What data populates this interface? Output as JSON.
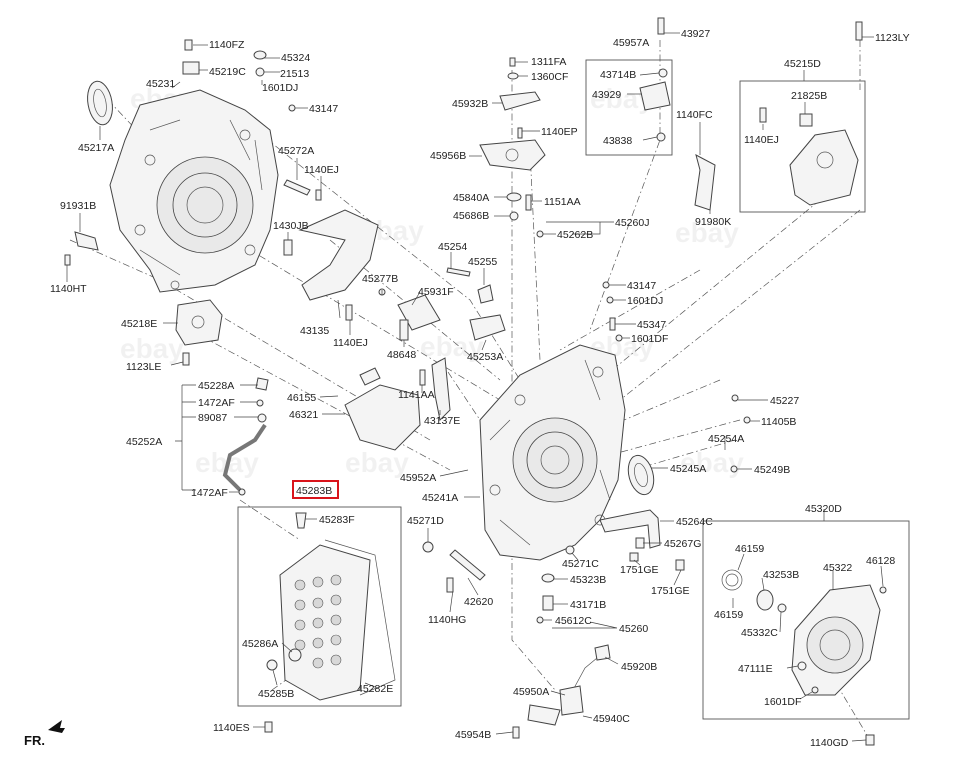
{
  "highlighted_part": "45283B",
  "direction_label": "FR.",
  "watermark_text": "ebay",
  "labels": [
    {
      "id": "l1140FZ",
      "text": "1140FZ"
    },
    {
      "id": "l45324",
      "text": "45324"
    },
    {
      "id": "l45219C",
      "text": "45219C"
    },
    {
      "id": "l21513",
      "text": "21513"
    },
    {
      "id": "l45231",
      "text": "45231"
    },
    {
      "id": "l1601DJa",
      "text": "1601DJ"
    },
    {
      "id": "l43147a",
      "text": "43147"
    },
    {
      "id": "l45217A",
      "text": "45217A"
    },
    {
      "id": "l45272A",
      "text": "45272A"
    },
    {
      "id": "l1140EJa",
      "text": "1140EJ"
    },
    {
      "id": "l91931B",
      "text": "91931B"
    },
    {
      "id": "l1430JB",
      "text": "1430JB"
    },
    {
      "id": "l1140HT",
      "text": "1140HT"
    },
    {
      "id": "l45218E",
      "text": "45218E"
    },
    {
      "id": "l1123LE",
      "text": "1123LE"
    },
    {
      "id": "l43135",
      "text": "43135"
    },
    {
      "id": "l45277B",
      "text": "45277B"
    },
    {
      "id": "l1140EJb",
      "text": "1140EJ"
    },
    {
      "id": "l1311FA",
      "text": "1311FA"
    },
    {
      "id": "l1360CF",
      "text": "1360CF"
    },
    {
      "id": "l45932B",
      "text": "45932B"
    },
    {
      "id": "l1140EP",
      "text": "1140EP"
    },
    {
      "id": "l45956B",
      "text": "45956B"
    },
    {
      "id": "l45840A",
      "text": "45840A"
    },
    {
      "id": "l1151AA",
      "text": "1151AA"
    },
    {
      "id": "l45686B",
      "text": "45686B"
    },
    {
      "id": "l45262B",
      "text": "45262B"
    },
    {
      "id": "l45260J",
      "text": "45260J"
    },
    {
      "id": "l45957A",
      "text": "45957A"
    },
    {
      "id": "l43927",
      "text": "43927"
    },
    {
      "id": "l43714B",
      "text": "43714B"
    },
    {
      "id": "l43929",
      "text": "43929"
    },
    {
      "id": "l43838",
      "text": "43838"
    },
    {
      "id": "l1140FC",
      "text": "1140FC"
    },
    {
      "id": "l91980K",
      "text": "91980K"
    },
    {
      "id": "l1123LY",
      "text": "1123LY"
    },
    {
      "id": "l45215D",
      "text": "45215D"
    },
    {
      "id": "l21825B",
      "text": "21825B"
    },
    {
      "id": "l1140EJc",
      "text": "1140EJ"
    },
    {
      "id": "l45254",
      "text": "45254"
    },
    {
      "id": "l45255",
      "text": "45255"
    },
    {
      "id": "l45931F",
      "text": "45931F"
    },
    {
      "id": "l48648",
      "text": "48648"
    },
    {
      "id": "l45253A",
      "text": "45253A"
    },
    {
      "id": "l43147b",
      "text": "43147"
    },
    {
      "id": "l1601DJb",
      "text": "1601DJ"
    },
    {
      "id": "l45347",
      "text": "45347"
    },
    {
      "id": "l1601DF",
      "text": "1601DF"
    },
    {
      "id": "l45228A",
      "text": "45228A"
    },
    {
      "id": "l1472AFa",
      "text": "1472AF"
    },
    {
      "id": "l89087",
      "text": "89087"
    },
    {
      "id": "l45252A",
      "text": "45252A"
    },
    {
      "id": "l46155",
      "text": "46155"
    },
    {
      "id": "l46321",
      "text": "46321"
    },
    {
      "id": "l1141AA",
      "text": "1141AA"
    },
    {
      "id": "l43137E",
      "text": "43137E"
    },
    {
      "id": "l45227",
      "text": "45227"
    },
    {
      "id": "l11405B",
      "text": "11405B"
    },
    {
      "id": "l45254A",
      "text": "45254A"
    },
    {
      "id": "l45245A",
      "text": "45245A"
    },
    {
      "id": "l45249B",
      "text": "45249B"
    },
    {
      "id": "l45952A",
      "text": "45952A"
    },
    {
      "id": "l1472AFb",
      "text": "1472AF"
    },
    {
      "id": "l45283B",
      "text": "45283B"
    },
    {
      "id": "l45241A",
      "text": "45241A"
    },
    {
      "id": "l45283F",
      "text": "45283F"
    },
    {
      "id": "l45271D",
      "text": "45271D"
    },
    {
      "id": "l45264C",
      "text": "45264C"
    },
    {
      "id": "l45267G",
      "text": "45267G"
    },
    {
      "id": "l45271C",
      "text": "45271C"
    },
    {
      "id": "l1751GEa",
      "text": "1751GE"
    },
    {
      "id": "l45323B",
      "text": "45323B"
    },
    {
      "id": "l1751GEb",
      "text": "1751GE"
    },
    {
      "id": "l42620",
      "text": "42620"
    },
    {
      "id": "l43171B",
      "text": "43171B"
    },
    {
      "id": "l1140HG",
      "text": "1140HG"
    },
    {
      "id": "l45612C",
      "text": "45612C"
    },
    {
      "id": "l45260",
      "text": "45260"
    },
    {
      "id": "l45320D",
      "text": "45320D"
    },
    {
      "id": "l46159a",
      "text": "46159"
    },
    {
      "id": "l46128",
      "text": "46128"
    },
    {
      "id": "l43253B",
      "text": "43253B"
    },
    {
      "id": "l45322",
      "text": "45322"
    },
    {
      "id": "l46159b",
      "text": "46159"
    },
    {
      "id": "l45332C",
      "text": "45332C"
    },
    {
      "id": "l47111E",
      "text": "47111E"
    },
    {
      "id": "l1601DF2",
      "text": "1601DF"
    },
    {
      "id": "l1140GD",
      "text": "1140GD"
    },
    {
      "id": "l45286A",
      "text": "45286A"
    },
    {
      "id": "l45285B",
      "text": "45285B"
    },
    {
      "id": "l45282E",
      "text": "45282E"
    },
    {
      "id": "l1140ES",
      "text": "1140ES"
    },
    {
      "id": "l45920B",
      "text": "45920B"
    },
    {
      "id": "l45950A",
      "text": "45950A"
    },
    {
      "id": "l45940C",
      "text": "45940C"
    },
    {
      "id": "l45954B",
      "text": "45954B"
    }
  ]
}
